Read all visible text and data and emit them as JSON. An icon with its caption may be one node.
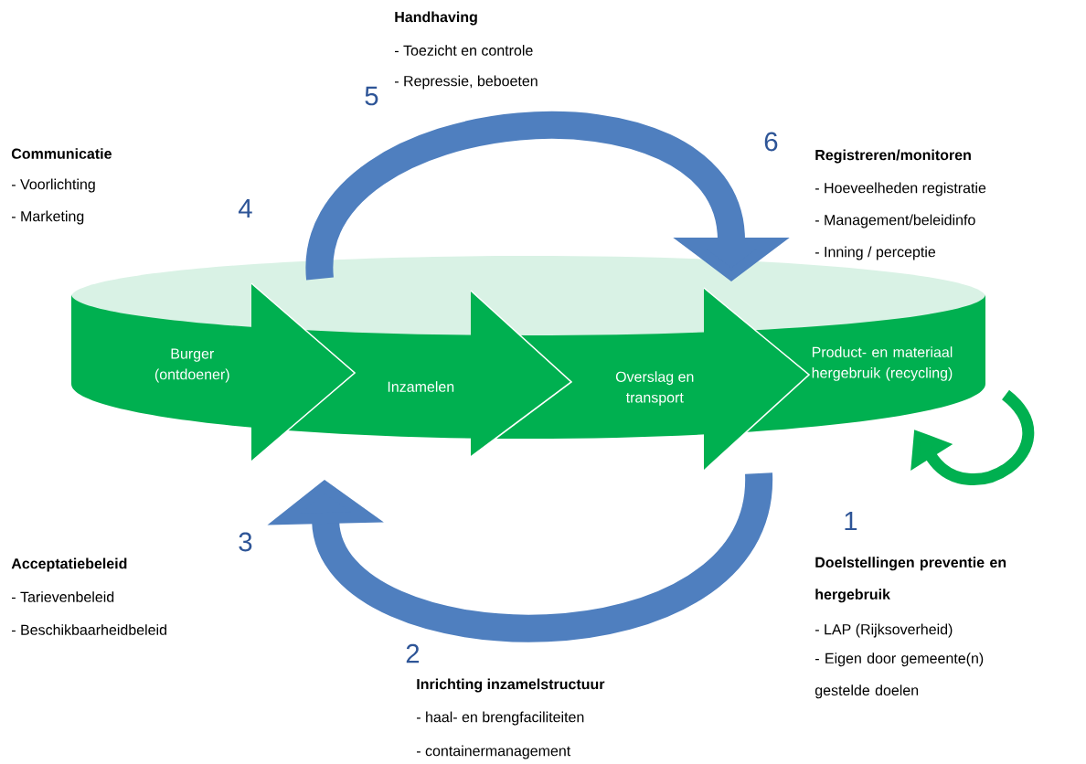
{
  "diagram": {
    "nodes": [
      {
        "text": [
          "Burger (ontdoener)"
        ]
      },
      {
        "text": [
          "Inzamelen"
        ]
      },
      {
        "text": [
          "Overslag en transport"
        ]
      },
      {
        "text": [
          "Product- en materiaal hergebruik (recycling)"
        ]
      }
    ],
    "labels": [
      "Handhaving",
      "- Toezicht en controle",
      "- Repressie, beboeten",
      "5",
      "6",
      "Communicatie",
      "Registreren/monitoren",
      "- Voorlichting",
      "- Hoeveelheden registratie",
      "4",
      "- Marketing",
      "- Management/beleidinfo",
      "- Inning / perceptie",
      "1",
      "3",
      "Acceptatiebeleid",
      "Doelstellingen preventie en hergebruik",
      "- Tarievenbeleid",
      "- Beschikbaarheidbeleid",
      "- LAP  (Rijksoverheid)",
      "2",
      "- Eigen door gemeente(n) gestelde doelen",
      "Inrichting inzamelstructuur",
      "- haal- en brengfaciliteiten",
      "- containermanagement"
    ]
  }
}
